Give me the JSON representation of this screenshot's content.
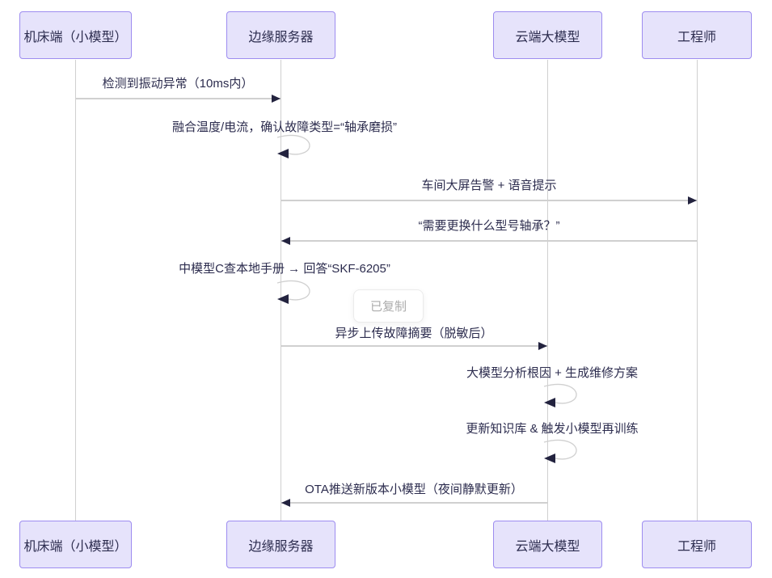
{
  "diagram": {
    "type": "sequence-diagram",
    "actors": [
      {
        "name": "机床端（小模型）"
      },
      {
        "name": "边缘服务器"
      },
      {
        "name": "云端大模型"
      },
      {
        "name": "工程师"
      }
    ],
    "messages": [
      {
        "from": "机床端（小模型）",
        "to": "边缘服务器",
        "kind": "solid-arrow",
        "text": "检测到振动异常（10ms内）"
      },
      {
        "from": "边缘服务器",
        "to": "边缘服务器",
        "kind": "self-loop",
        "text": "融合温度/电流，确认故障类型=“轴承磨损”"
      },
      {
        "from": "边缘服务器",
        "to": "工程师",
        "kind": "solid-arrow",
        "text": "车间大屏告警 + 语音提示"
      },
      {
        "from": "工程师",
        "to": "边缘服务器",
        "kind": "solid-arrow",
        "text": "“需要更换什么型号轴承？”"
      },
      {
        "from": "边缘服务器",
        "to": "边缘服务器",
        "kind": "self-loop",
        "text": "中模型C查本地手册 → 回答“SKF-6205”"
      },
      {
        "from": "边缘服务器",
        "to": "云端大模型",
        "kind": "solid-arrow",
        "text": "异步上传故障摘要（脱敏后）"
      },
      {
        "from": "云端大模型",
        "to": "云端大模型",
        "kind": "self-loop",
        "text": "大模型分析根因 + 生成维修方案"
      },
      {
        "from": "云端大模型",
        "to": "云端大模型",
        "kind": "self-loop",
        "text": "更新知识库 & 触发小模型再训练"
      },
      {
        "from": "云端大模型",
        "to": "边缘服务器",
        "kind": "solid-arrow",
        "text": "OTA推送新版本小模型（夜间静默更新）"
      }
    ],
    "toast": {
      "text": "已复制"
    },
    "colors": {
      "background": "#ffffff",
      "actor_fill": "#e6e3fb",
      "actor_border": "#9d8cf0",
      "text": "#2c2c4e",
      "line": "#d0d0d0",
      "lifeline": "#d0d0d0",
      "arrowhead": "#23233f",
      "toast_text": "#ababab",
      "toast_border": "#ebebeb"
    }
  }
}
